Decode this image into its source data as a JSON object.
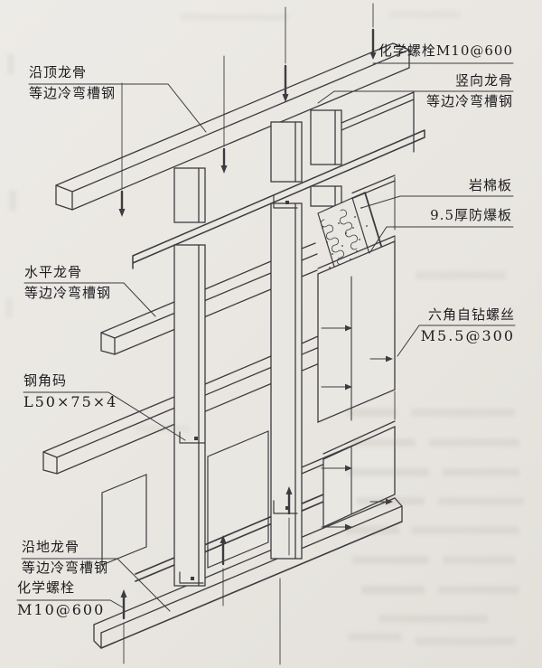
{
  "figure": {
    "type": "construction-detail-axonometric-drawing",
    "colors": {
      "paper": "#e9e7e2",
      "line": "#3c3c40",
      "text": "#1d1d1f"
    },
    "labels": {
      "top_keel": {
        "line1": "沿顶龙骨",
        "line2": "等边冷弯槽钢"
      },
      "chemical_bolt_top": {
        "line1": "化学螺栓M10@600"
      },
      "vertical_keel": {
        "line1": "竖向龙骨",
        "line2": "等边冷弯槽钢"
      },
      "rock_wool_board": {
        "line1": "岩棉板"
      },
      "blast_proof_board": {
        "line1": "9.5厚防爆板"
      },
      "self_drilling_screw": {
        "line1": "六角自钻螺丝",
        "line2": "M5.5@300"
      },
      "horizontal_keel": {
        "line1": "水平龙骨",
        "line2": "等边冷弯槽钢"
      },
      "steel_angle": {
        "line1": "钢角码",
        "line2": "L50×75×4"
      },
      "floor_keel": {
        "line1": "沿地龙骨",
        "line2": "等边冷弯槽钢"
      },
      "chemical_bolt_bottom": {
        "line1": "化学螺栓",
        "line2": "M10@600"
      }
    }
  }
}
